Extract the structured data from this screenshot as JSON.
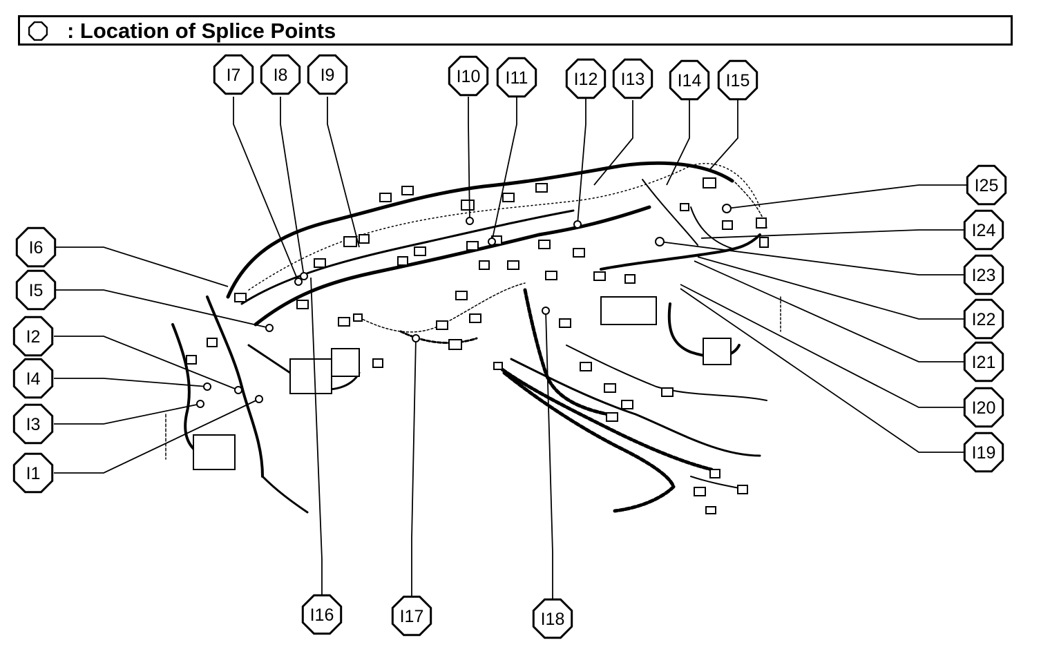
{
  "header": {
    "title": ": Location of Splice Points",
    "icon": "octagon-icon"
  },
  "labels": [
    "I1",
    "I2",
    "I3",
    "I4",
    "I5",
    "I6",
    "I7",
    "I8",
    "I9",
    "I10",
    "I11",
    "I12",
    "I13",
    "I14",
    "I15",
    "I16",
    "I17",
    "I18",
    "I19",
    "I20",
    "I21",
    "I22",
    "I23",
    "I24",
    "I25"
  ],
  "colors": {
    "ink": "#000000",
    "background": "#ffffff"
  }
}
